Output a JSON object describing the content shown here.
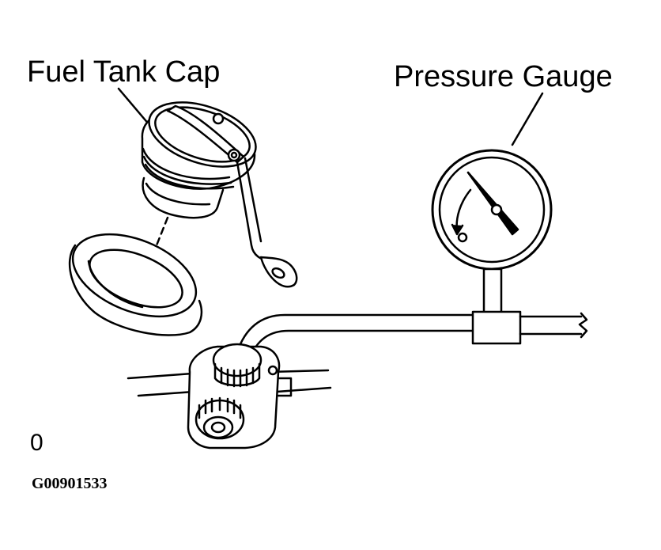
{
  "labels": {
    "fuel_tank_cap": "Fuel Tank Cap",
    "pressure_gauge": "Pressure Gauge",
    "zero_mark": "0",
    "figure_code": "G00901533"
  },
  "colors": {
    "ink": "#000000",
    "paper": "#ffffff"
  }
}
